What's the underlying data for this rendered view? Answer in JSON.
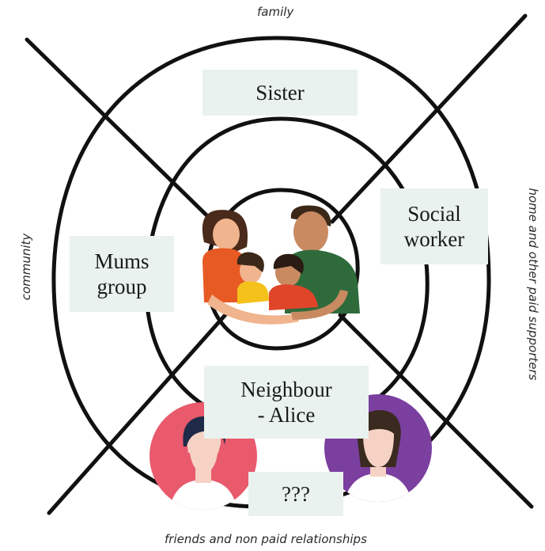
{
  "quadrant_labels": {
    "top": "family",
    "left": "community",
    "right": "home and other paid supporters",
    "bottom": "friends and non paid relationships"
  },
  "boxes": {
    "sister": "Sister",
    "social_worker": "Social\nworker",
    "mums_group": "Mums\ngroup",
    "neighbour": "Neighbour\n- Alice",
    "unknown": "???"
  },
  "colors": {
    "line": "#111111",
    "box_fill": "#e9f2ee",
    "avatar_left_bg": "#e85a6c",
    "avatar_right_bg": "#7b3fa0",
    "skin": "#f6d2c4",
    "mother_shirt": "#e85a24",
    "father_shirt": "#2f6b3a",
    "child_shirt_yellow": "#f5c21c",
    "child_shirt_red": "#e0452a"
  },
  "icons": [
    "family-illustration",
    "person-avatar-left",
    "person-avatar-right"
  ]
}
